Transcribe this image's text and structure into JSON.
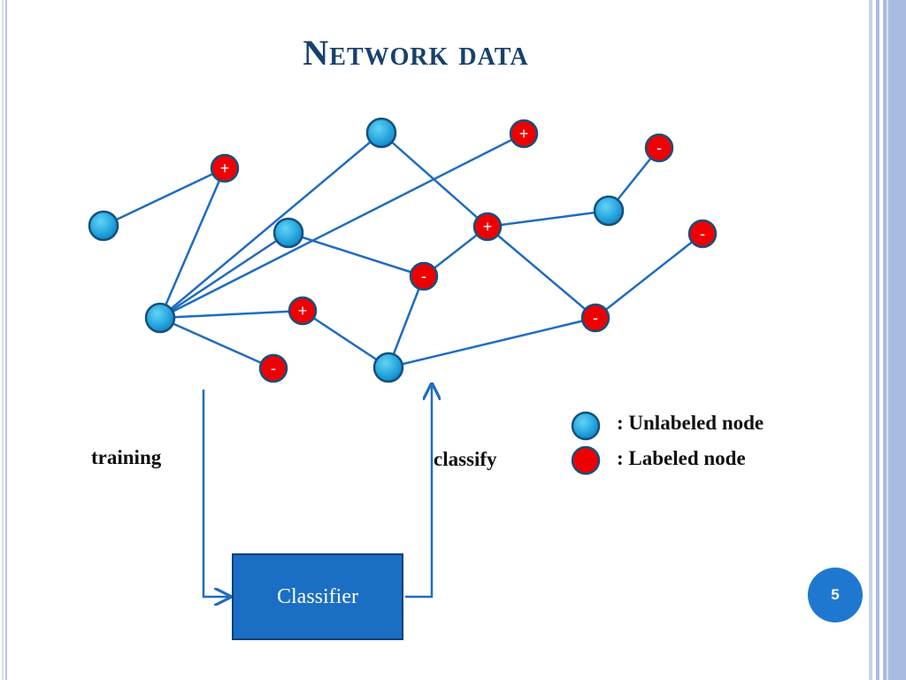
{
  "title": "Network data",
  "labels": {
    "training": "training",
    "classify": "classify",
    "classifier": "Classifier"
  },
  "legend": {
    "unlabeled": ": Unlabeled node",
    "labeled": ": Labeled node"
  },
  "page_number": "5",
  "colors": {
    "unlabeled_node": "#2aa7dc",
    "labeled_node": "#ee0000",
    "edge": "#1f6cc0",
    "title": "#17406d"
  },
  "network": {
    "nodes": [
      {
        "id": "u1",
        "type": "unlabeled",
        "sign": ""
      },
      {
        "id": "u2",
        "type": "unlabeled",
        "sign": ""
      },
      {
        "id": "u3",
        "type": "unlabeled",
        "sign": ""
      },
      {
        "id": "u4",
        "type": "unlabeled",
        "sign": ""
      },
      {
        "id": "u5",
        "type": "unlabeled",
        "sign": ""
      },
      {
        "id": "u6",
        "type": "unlabeled",
        "sign": ""
      },
      {
        "id": "l1",
        "type": "labeled",
        "sign": "+"
      },
      {
        "id": "l2",
        "type": "labeled",
        "sign": "+"
      },
      {
        "id": "l3",
        "type": "labeled",
        "sign": "-"
      },
      {
        "id": "l4",
        "type": "labeled",
        "sign": "+"
      },
      {
        "id": "l5",
        "type": "labeled",
        "sign": "-"
      },
      {
        "id": "l6",
        "type": "labeled",
        "sign": "-"
      },
      {
        "id": "l7",
        "type": "labeled",
        "sign": "+"
      },
      {
        "id": "l8",
        "type": "labeled",
        "sign": "-"
      },
      {
        "id": "l9",
        "type": "labeled",
        "sign": "-"
      }
    ],
    "edges": [
      [
        "u1",
        "l1"
      ],
      [
        "u1",
        "l2"
      ],
      [
        "u1",
        "u3"
      ],
      [
        "u3",
        "l5"
      ],
      [
        "u1",
        "u2"
      ],
      [
        "u2",
        "l4"
      ],
      [
        "l4",
        "u4"
      ],
      [
        "u4",
        "l3"
      ],
      [
        "u1",
        "l7"
      ],
      [
        "l7",
        "u5"
      ],
      [
        "u5",
        "l5"
      ],
      [
        "l5",
        "l4"
      ],
      [
        "u1",
        "l9"
      ],
      [
        "u5",
        "l8"
      ],
      [
        "l8",
        "l4"
      ],
      [
        "l8",
        "l6"
      ],
      [
        "u6",
        "l1"
      ]
    ]
  }
}
